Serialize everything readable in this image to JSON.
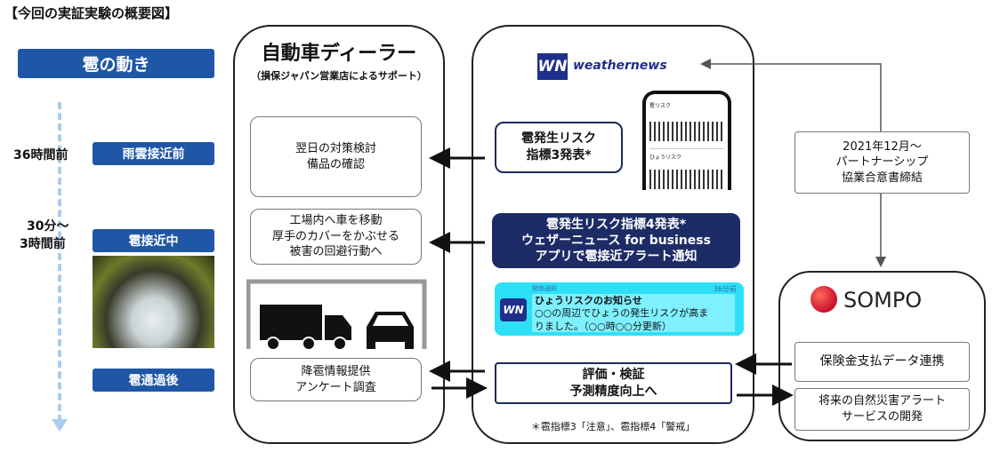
{
  "title": "【今回の実証実験の概要図】",
  "timeline": {
    "header": "雹の動き",
    "t1": "36時間前",
    "s1": "雨雲接近前",
    "t2a": "30分～",
    "t2b": "3時間前",
    "s2": "雹接近中",
    "s3": "雹通過後"
  },
  "dealer": {
    "title": "自動車ディーラー",
    "subtitle": "（損保ジャパン営業店によるサポート）",
    "box1": [
      "翌日の対策検討",
      "備品の確認"
    ],
    "box2": [
      "工場内へ車を移動",
      "厚手のカバーをかぶせる",
      "被害の回避行動へ"
    ],
    "box3": [
      "降雹情報提供",
      "アンケート調査"
    ]
  },
  "wn": {
    "logo": "weathernews",
    "logo_mark": "WN",
    "box1": [
      "雹発生リスク",
      "指標3発表*"
    ],
    "box2": [
      "雹発生リスク指標4発表*",
      "ウェザーニュース for business",
      "アプリで雹接近アラート通知"
    ],
    "notif": {
      "label": "関係通知",
      "time": "36分前",
      "title": "ひょうリスクのお知らせ",
      "body1": "○○の周辺でひょうの発生リスクが高ま",
      "body2": "りました。（○○時○○分更新）"
    },
    "box3": [
      "評価・検証",
      "予測精度向上へ"
    ],
    "footnote": "＊雹指標3「注意」、雹指標4「警戒」",
    "phone": {
      "h1": "雹リスク",
      "h2": "ひょうリスク"
    }
  },
  "partnership": [
    "2021年12月～",
    "パートナーシップ",
    "協業合意書締結"
  ],
  "sompo": {
    "logo": "SOMPO",
    "box1": "保険金支払データ連携",
    "box2": [
      "将来の自然災害アラート",
      "サービスの開発"
    ]
  }
}
